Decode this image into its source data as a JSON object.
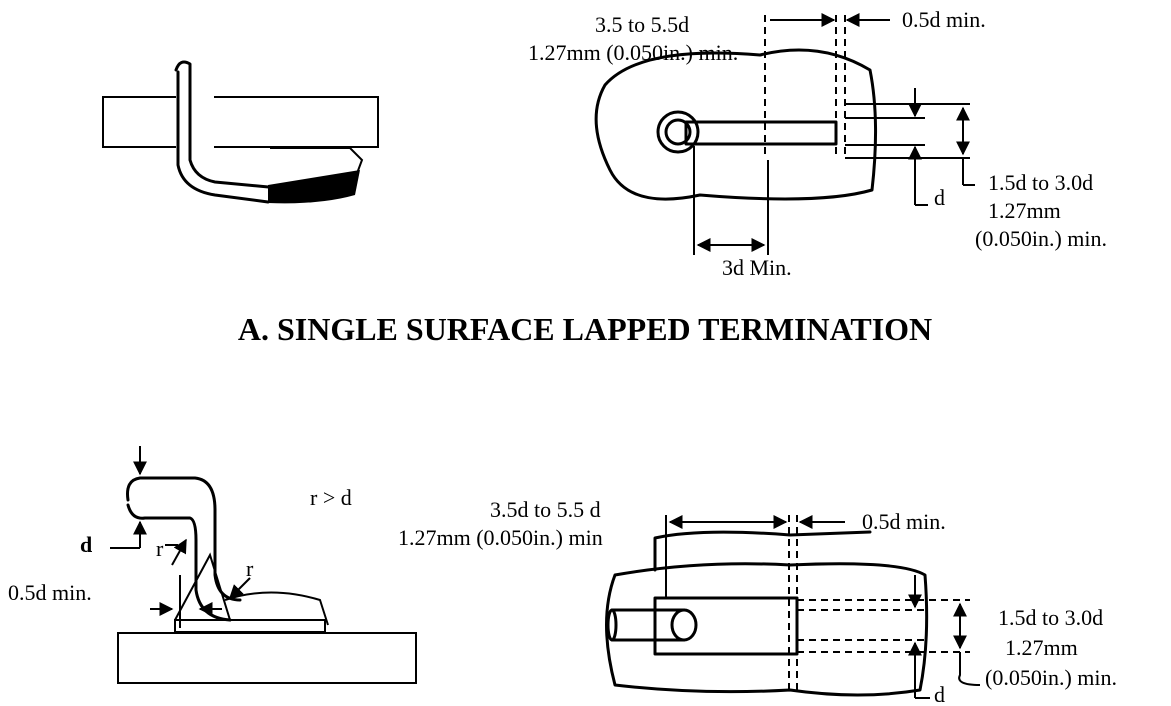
{
  "title_a": "A.  SINGLE SURFACE LAPPED TERMINATION",
  "top_plan": {
    "length_range": "3.5 to 5.5d",
    "length_min": "1.27mm (0.050in.) min.",
    "gap": "0.5d min.",
    "height_range": "1.5d to 3.0d",
    "height_min": "1.27mm",
    "height_min_in": "(0.050in.) min.",
    "dia": "d",
    "bend_min": "3d Min."
  },
  "bottom_side": {
    "radius_rule": "r > d",
    "dia": "d",
    "heel_min": "0.5d min.",
    "radius_1": "r",
    "radius_2": "r"
  },
  "bottom_plan": {
    "length_range": "3.5d to 5.5 d",
    "length_min": "1.27mm (0.050in.) min",
    "gap": "0.5d min.",
    "height_range": "1.5d to 3.0d",
    "height_min": "1.27mm",
    "height_min_in": "(0.050in.) min.",
    "dia": "d"
  }
}
